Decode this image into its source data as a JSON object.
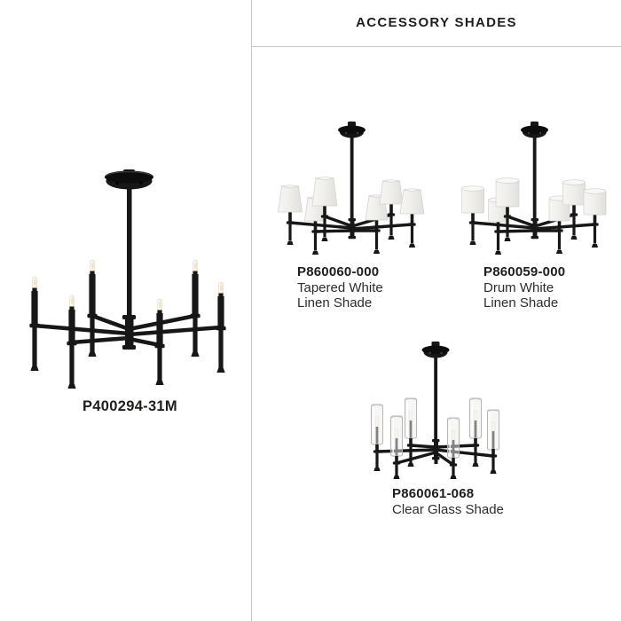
{
  "header": {
    "title": "ACCESSORY SHADES"
  },
  "main_product": {
    "sku": "P400294-31M"
  },
  "accessories": [
    {
      "sku": "P860060-000",
      "line1": "Tapered White",
      "line2": "Linen Shade"
    },
    {
      "sku": "P860059-000",
      "line1": "Drum White",
      "line2": "Linen Shade"
    },
    {
      "sku": "P860061-068",
      "line1": "Clear Glass Shade",
      "line2": ""
    }
  ],
  "colors": {
    "background": "#ffffff",
    "divider": "#c8c8c8",
    "text": "#1f1e1c",
    "fixture_black": "#171717",
    "shade_white": "#f0efec",
    "bulb_warm": "#fcf8ec",
    "glass_stroke": "#b7b6b4"
  }
}
